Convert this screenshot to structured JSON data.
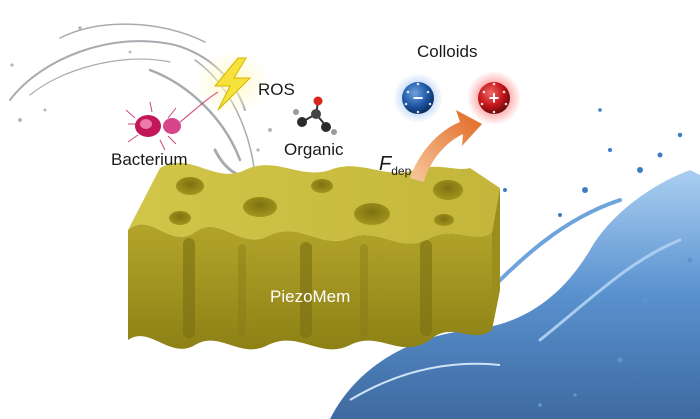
{
  "labels": {
    "colloids": "Colloids",
    "ros": "ROS",
    "organic": "Organic",
    "bacterium": "Bacterium",
    "force_symbol": "F",
    "force_subscript": "dep",
    "membrane": "PiezoMem"
  },
  "charges": {
    "negative": "−",
    "positive": "+"
  },
  "colors": {
    "membrane_top": "#c7bb3a",
    "membrane_side": "#a99b1e",
    "water": "#2e6fb8",
    "negative_colloid": "#1f5aa8",
    "positive_colloid": "#c4161c",
    "arrow": "#e8823a",
    "bolt": "#f4e03a",
    "bacterium": "#c2185b"
  },
  "icons": [
    "lightning-bolt-icon",
    "bacterium-icon",
    "organic-molecule-icon",
    "force-arrow-icon"
  ]
}
